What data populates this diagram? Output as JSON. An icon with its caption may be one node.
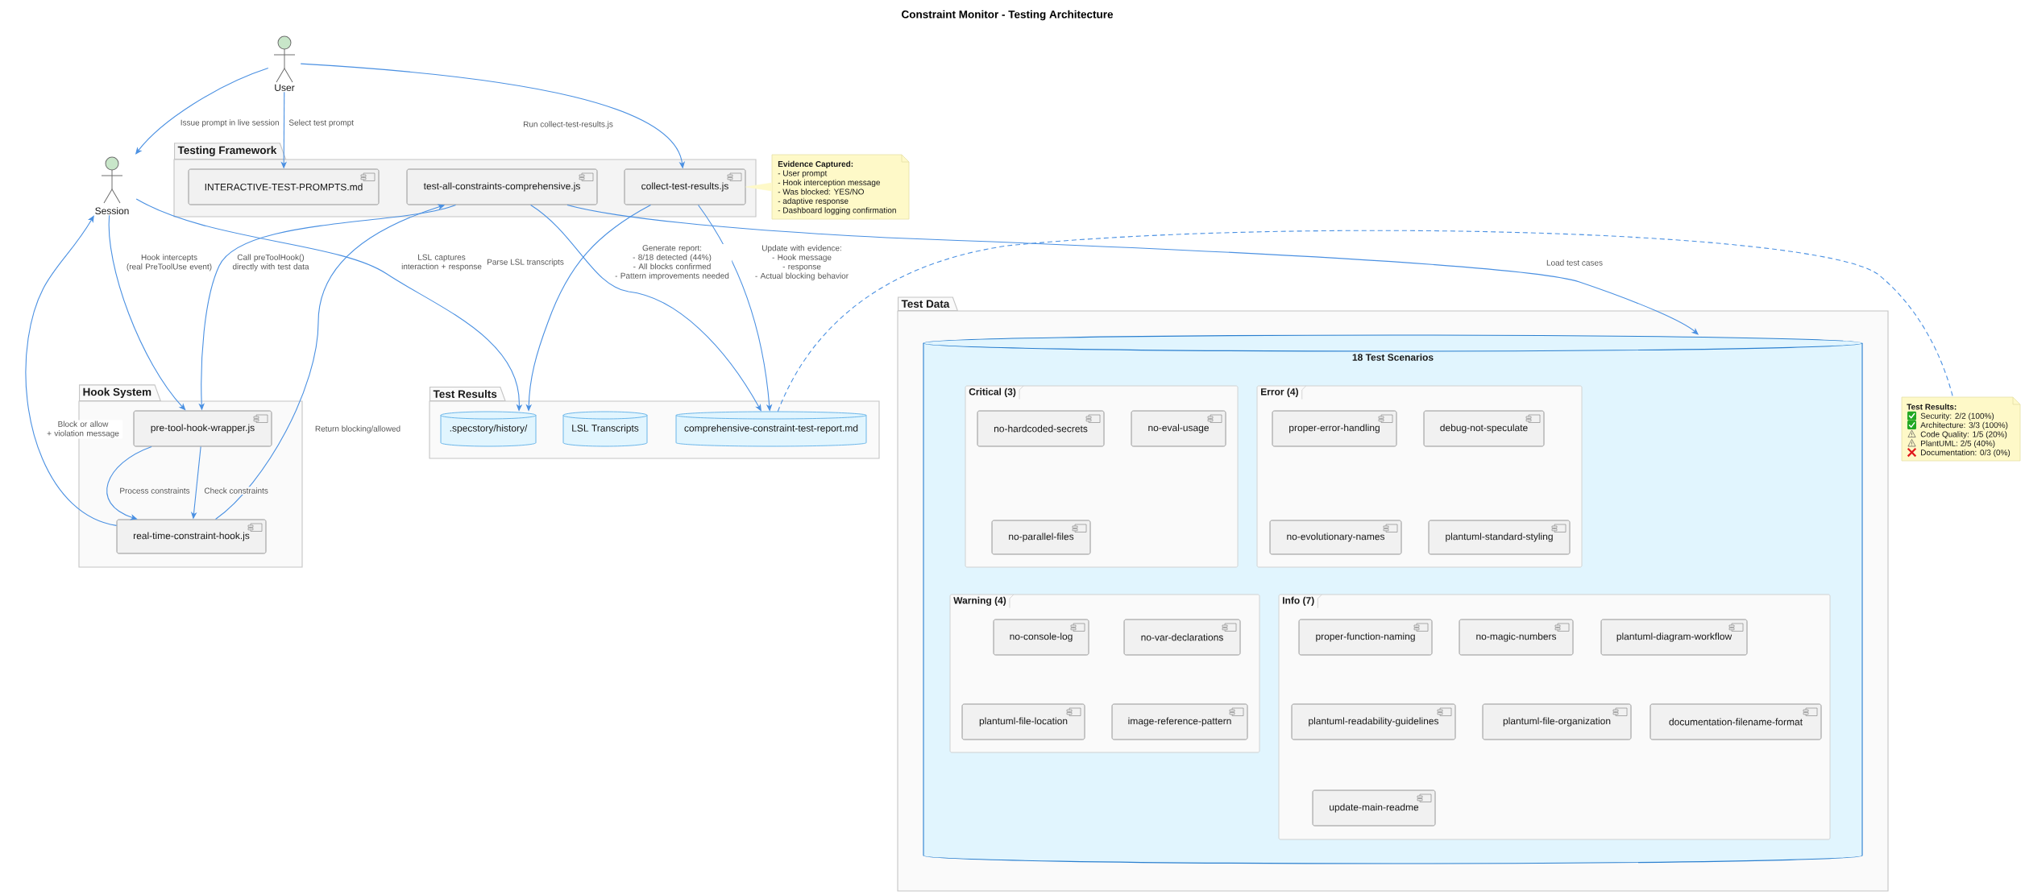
{
  "diagram": {
    "title": "Constraint Monitor - Testing Architecture",
    "nodes": [
      {
        "text": [
          "User"
        ]
      },
      {
        "text": [
          "Session"
        ]
      },
      {
        "text": [
          "Testing Framework"
        ]
      },
      {
        "text": [
          "INTERACTIVE-TEST-PROMPTS.md"
        ],
        "in": 2
      },
      {
        "text": [
          "test-all-constraints-comprehensive.js"
        ],
        "in": 2
      },
      {
        "text": [
          "collect-test-results.js"
        ],
        "in": 2
      },
      {
        "text": [
          "Evidence Captured:",
          "- User prompt",
          "- Hook interception message",
          "- Was blocked: YES/NO",
          "- adaptive response",
          "- Dashboard logging confirmation"
        ]
      },
      {
        "text": [
          "Hook System"
        ]
      },
      {
        "text": [
          "pre-tool-hook-wrapper.js"
        ],
        "in": 7
      },
      {
        "text": [
          "real-time-constraint-hook.js"
        ],
        "in": 7
      },
      {
        "text": [
          "Test Results"
        ]
      },
      {
        "text": [
          ".specstory/history/"
        ],
        "in": 10
      },
      {
        "text": [
          "LSL Transcripts"
        ],
        "in": 10
      },
      {
        "text": [
          "comprehensive-constraint-test-report.md"
        ],
        "in": 10
      },
      {
        "text": [
          "Test Data"
        ]
      },
      {
        "text": [
          "18 Test Scenarios"
        ],
        "in": 14
      },
      {
        "text": [
          "Critical (3)"
        ],
        "in": 15
      },
      {
        "text": [
          "no-hardcoded-secrets"
        ],
        "in": 16
      },
      {
        "text": [
          "no-eval-usage"
        ],
        "in": 16
      },
      {
        "text": [
          "no-parallel-files"
        ],
        "in": 16
      },
      {
        "text": [
          "Error (4)"
        ],
        "in": 15
      },
      {
        "text": [
          "proper-error-handling"
        ],
        "in": 20
      },
      {
        "text": [
          "debug-not-speculate"
        ],
        "in": 20
      },
      {
        "text": [
          "no-evolutionary-names"
        ],
        "in": 20
      },
      {
        "text": [
          "plantuml-standard-styling"
        ],
        "in": 20
      },
      {
        "text": [
          "Warning (4)"
        ],
        "in": 15
      },
      {
        "text": [
          "no-console-log"
        ],
        "in": 25
      },
      {
        "text": [
          "no-var-declarations"
        ],
        "in": 25
      },
      {
        "text": [
          "plantuml-file-location"
        ],
        "in": 25
      },
      {
        "text": [
          "image-reference-pattern"
        ],
        "in": 25
      },
      {
        "text": [
          "Info (7)"
        ],
        "in": 15
      },
      {
        "text": [
          "proper-function-naming"
        ],
        "in": 30
      },
      {
        "text": [
          "no-magic-numbers"
        ],
        "in": 30
      },
      {
        "text": [
          "plantuml-diagram-workflow"
        ],
        "in": 30
      },
      {
        "text": [
          "plantuml-readability-guidelines"
        ],
        "in": 30
      },
      {
        "text": [
          "plantuml-file-organization"
        ],
        "in": 30
      },
      {
        "text": [
          "documentation-filename-format"
        ],
        "in": 30
      },
      {
        "text": [
          "update-main-readme"
        ],
        "in": 30
      },
      {
        "text": [
          "Test Results:",
          "Security: 2/2 (100%)",
          "Architecture: 3/3 (100%)",
          "Code Quality: 1/5 (20%)",
          "PlantUML: 2/5 (40%)",
          "Documentation: 0/3 (0%)"
        ]
      }
    ],
    "edges": [
      {
        "from": 0,
        "to": 1,
        "arrow": "to",
        "label": "Issue prompt in live session"
      },
      {
        "from": 0,
        "to": 3,
        "arrow": "to",
        "label": "Select test prompt"
      },
      {
        "from": 0,
        "to": 5,
        "arrow": "to",
        "label": "Run collect-test-results.js"
      },
      {
        "from": 5,
        "to": 6,
        "arrow": "none",
        "color": "#fef9c8"
      },
      {
        "from": 1,
        "to": 8,
        "arrow": "to",
        "label": "Hook intercepts (real PreToolUse event)"
      },
      {
        "from": 4,
        "to": 8,
        "arrow": "to",
        "label": "Call preToolHook() directly with test data"
      },
      {
        "from": 1,
        "to": 11,
        "arrow": "to",
        "label": "LSL captures interaction + response"
      },
      {
        "from": 5,
        "to": 11,
        "arrow": "to",
        "label": "Parse LSL transcripts"
      },
      {
        "from": 4,
        "to": 13,
        "arrow": "to",
        "label": "Generate report: - 8/18 detected (44%) - All blocks confirmed - Pattern improvements needed"
      },
      {
        "from": 5,
        "to": 13,
        "arrow": "to",
        "label": "Update with evidence: - Hook message - response - Actual blocking behavior"
      },
      {
        "from": 4,
        "to": 15,
        "arrow": "to",
        "label": "Load test cases"
      },
      {
        "from": 9,
        "to": 1,
        "arrow": "to",
        "label": "Block or allow + violation message"
      },
      {
        "from": 8,
        "to": 9,
        "arrow": "to",
        "label": "Process constraints"
      },
      {
        "from": 8,
        "to": 9,
        "arrow": "to",
        "label": "Check constraints"
      },
      {
        "from": 9,
        "to": 4,
        "arrow": "to",
        "label": "Return blocking/allowed"
      },
      {
        "from": 13,
        "to": 38,
        "arrow": "none",
        "style": "dashed"
      }
    ]
  }
}
